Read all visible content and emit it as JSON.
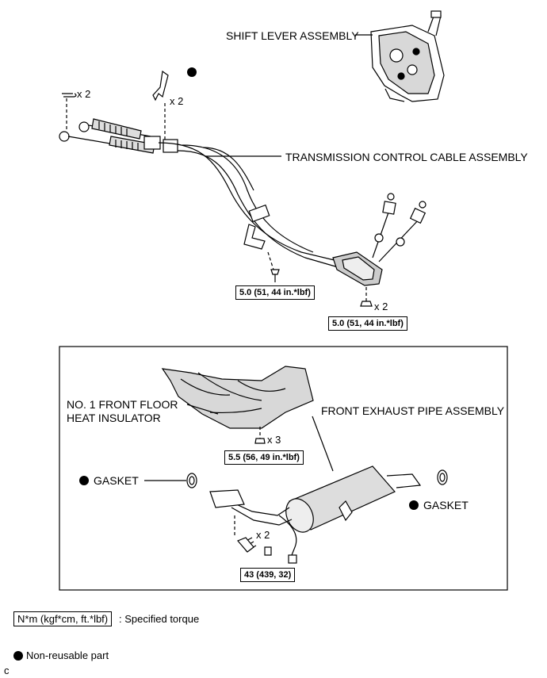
{
  "labels": {
    "shift_lever": "SHIFT LEVER ASSEMBLY",
    "control_cable": "TRANSMISSION CONTROL CABLE ASSEMBLY",
    "heat_insulator_line1": "NO. 1 FRONT FLOOR",
    "heat_insulator_line2": "HEAT INSULATOR",
    "exhaust_pipe": "FRONT EXHAUST PIPE ASSEMBLY",
    "gasket_left": "GASKET",
    "gasket_right": "GASKET"
  },
  "quantities": {
    "clip_x2": "x 2",
    "pin_x2": "x 2",
    "nut_x2": "x 2",
    "insulator_x3": "x 3",
    "sensor_x2": "x 2"
  },
  "torques": {
    "bracket_bolt": "5.0 (51, 44 in.*lbf)",
    "cable_nut": "5.0 (51, 44 in.*lbf)",
    "insulator_nut": "5.5 (56, 49 in.*lbf)",
    "exhaust_bolt": "43 (439, 32)"
  },
  "legend": {
    "torque_unit": "N*m (kgf*cm, ft.*lbf)",
    "torque_desc": ": Specified torque",
    "non_reusable": "Non-reusable part"
  },
  "corner_mark": "c",
  "colors": {
    "line": "#000000",
    "fill": "#ffffff",
    "shade": "#cfcfcf"
  }
}
